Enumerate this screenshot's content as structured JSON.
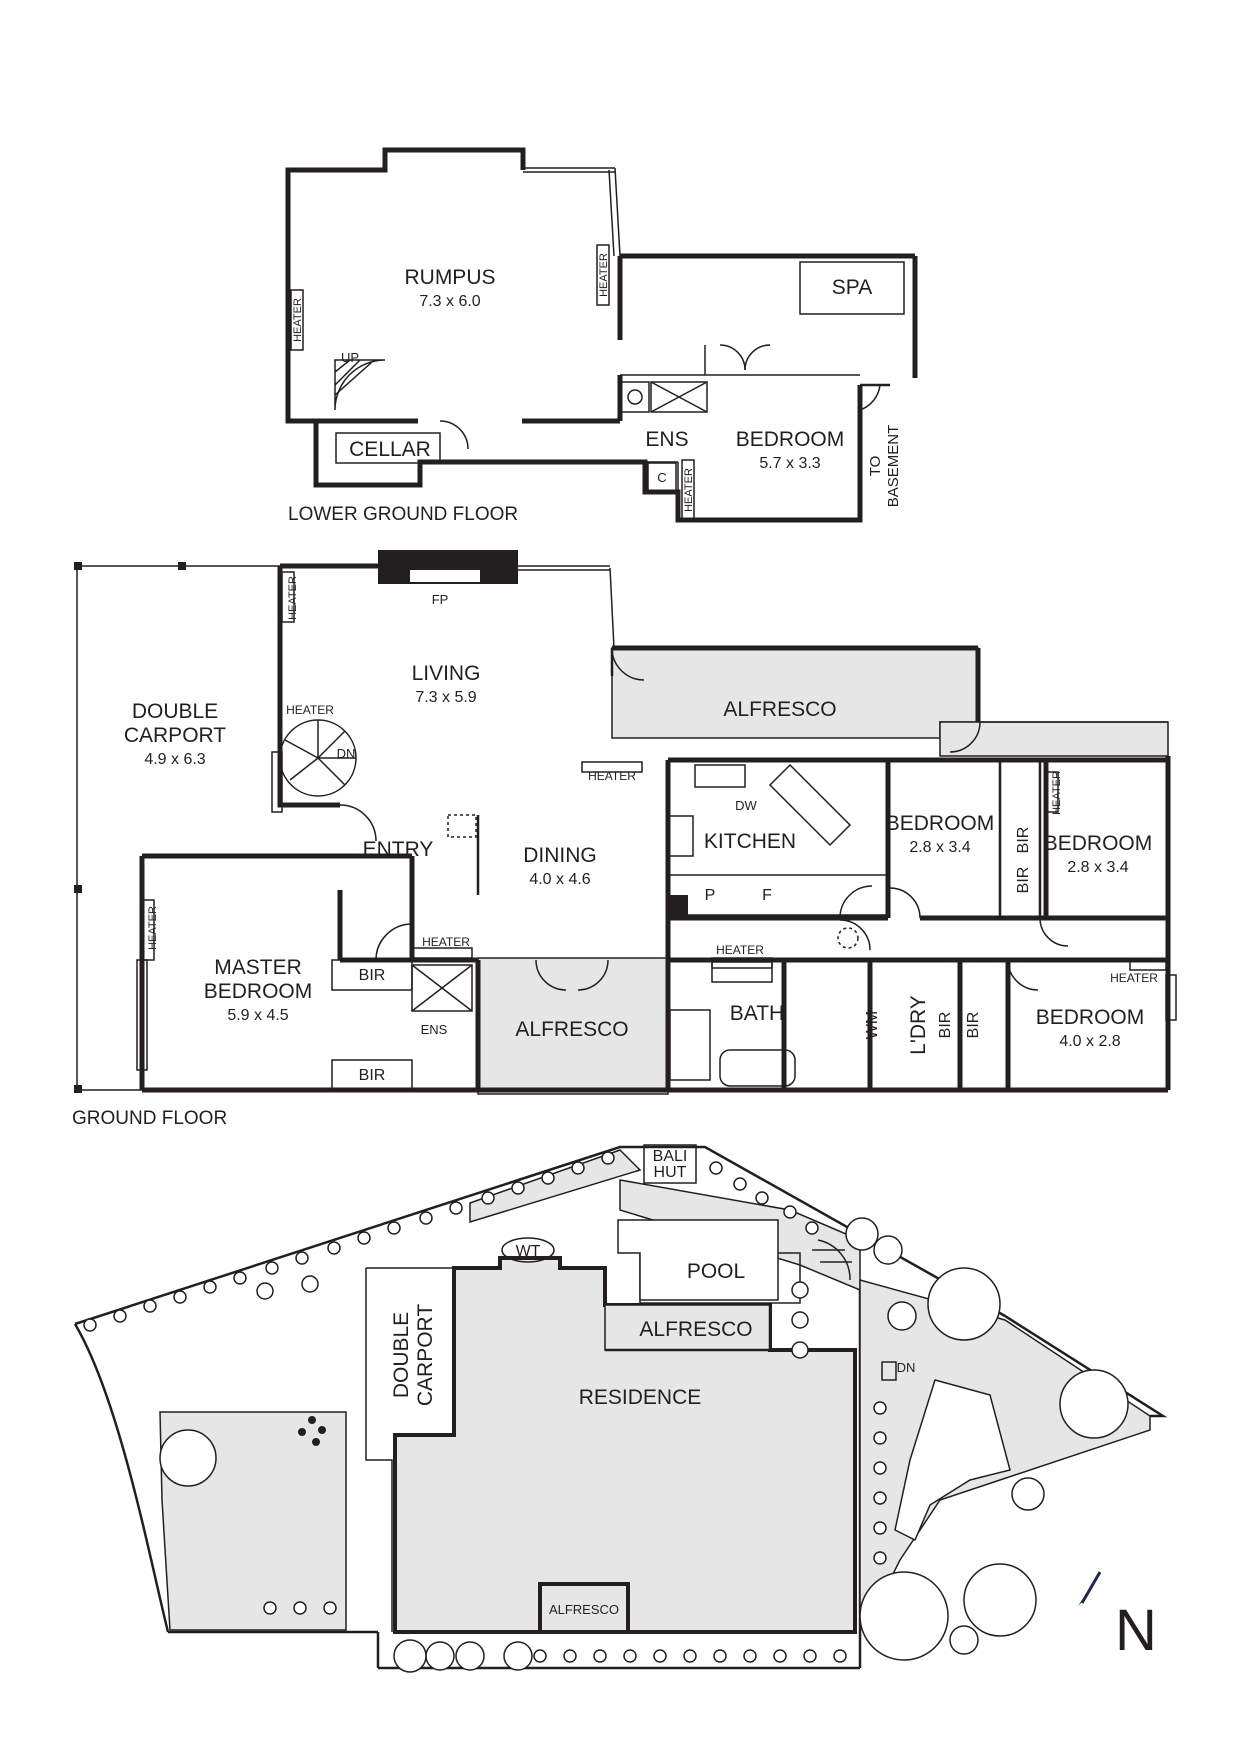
{
  "floors": {
    "lower": "LOWER GROUND FLOOR",
    "ground": "GROUND FLOOR"
  },
  "lower_ground": {
    "rumpus": {
      "name": "RUMPUS",
      "dims": "7.3 x 6.0"
    },
    "spa": "SPA",
    "ens": "ENS",
    "bedroom": {
      "name": "BEDROOM",
      "dims": "5.7 x 3.3"
    },
    "cellar": "CELLAR",
    "c": "C",
    "to_basement": [
      "TO",
      "BASEMENT"
    ],
    "heater": "HEATER",
    "up": "UP"
  },
  "ground": {
    "fp": "FP",
    "living": {
      "name": "LIVING",
      "dims": "7.3 x 5.9"
    },
    "double_carport": {
      "name": [
        "DOUBLE",
        "CARPORT"
      ],
      "dims": "4.9 x 6.3"
    },
    "alfresco": "ALFRESCO",
    "entry": "ENTRY",
    "dining": {
      "name": "DINING",
      "dims": "4.0 x 4.6"
    },
    "kitchen": "KITCHEN",
    "dw": "DW",
    "p": "P",
    "f": "F",
    "bedroom2": {
      "name": "BEDROOM",
      "dims": "2.8 x 3.4"
    },
    "bedroom3": {
      "name": "BEDROOM",
      "dims": "2.8 x 3.4"
    },
    "bedroom4": {
      "name": "BEDROOM",
      "dims": "4.0 x 2.8"
    },
    "bir": "BIR",
    "master": {
      "name": [
        "MASTER",
        "BEDROOM"
      ],
      "dims": "5.9 x 4.5"
    },
    "ens": "ENS",
    "alfresco2": "ALFRESCO",
    "bath": "BATH",
    "wm": "WM",
    "ldry": "L'DRY",
    "heater": "HEATER",
    "dn": "DN"
  },
  "site": {
    "bali_hut": [
      "BALI",
      "HUT"
    ],
    "wt": "WT",
    "pool": "POOL",
    "alfresco": "ALFRESCO",
    "double_carport": [
      "DOUBLE",
      "CARPORT"
    ],
    "residence": "RESIDENCE",
    "alfresco_small": "ALFRESCO",
    "dn": "DN",
    "north": "N"
  }
}
